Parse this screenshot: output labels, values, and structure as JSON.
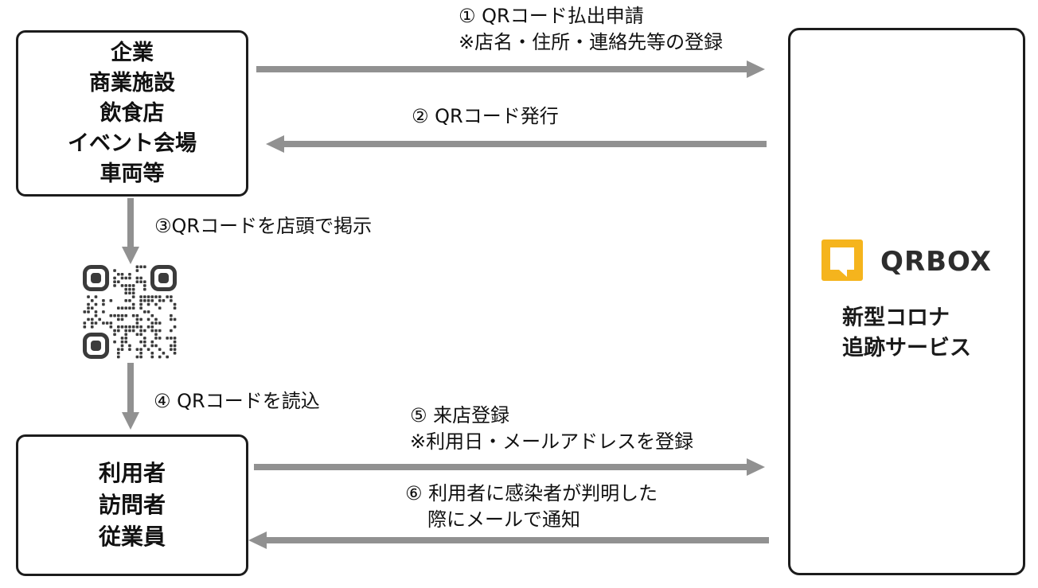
{
  "boxes": {
    "organizations": {
      "lines": [
        "企業",
        "商業施設",
        "飲食店",
        "イベント会場",
        "車両等"
      ]
    },
    "users": {
      "lines": [
        "利用者",
        "訪問者",
        "従業員"
      ]
    },
    "service": {
      "logo_text": "QRBOX",
      "name_lines": [
        "新型コロナ",
        "追跡サービス"
      ]
    }
  },
  "labels": {
    "step1": {
      "line1": "① QRコード払出申請",
      "line2": "※店名・住所・連絡先等の登録"
    },
    "step2": {
      "line1": "② QRコード発行"
    },
    "step3": {
      "line1": "③QRコードを店頭で掲示"
    },
    "step4": {
      "line1": "④ QRコードを読込"
    },
    "step5": {
      "line1": "⑤ 来店登録",
      "line2": "※利用日・メールアドレスを登録"
    },
    "step6": {
      "line1": "⑥ 利用者に感染者が判明した",
      "line2": "際にメールで通知"
    }
  },
  "icons": {
    "qr_code": "qr-code-image",
    "logo": "qrbox-logo"
  },
  "colors": {
    "arrow_gray": "#919191",
    "box_border": "#1c1c1c",
    "logo_yellow": "#F5B41D",
    "qr_dark": "#3b3b3b",
    "logo_text": "#2d2d2d"
  }
}
